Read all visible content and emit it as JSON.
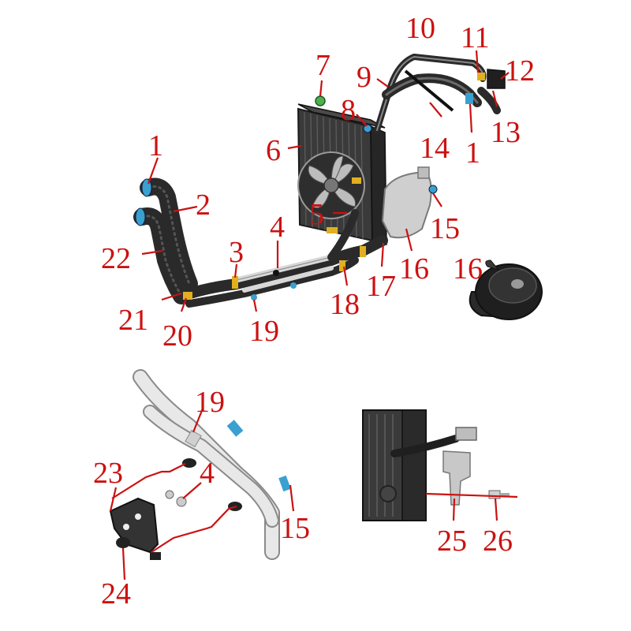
{
  "diagram": {
    "callouts": [
      {
        "id": "c1a",
        "label": "1"
      },
      {
        "id": "c2",
        "label": "2"
      },
      {
        "id": "c22",
        "label": "22"
      },
      {
        "id": "c3",
        "label": "3"
      },
      {
        "id": "c4a",
        "label": "4"
      },
      {
        "id": "c5",
        "label": "5"
      },
      {
        "id": "c6",
        "label": "6"
      },
      {
        "id": "c7",
        "label": "7"
      },
      {
        "id": "c8",
        "label": "8"
      },
      {
        "id": "c9",
        "label": "9"
      },
      {
        "id": "c10",
        "label": "10"
      },
      {
        "id": "c11",
        "label": "11"
      },
      {
        "id": "c12",
        "label": "12"
      },
      {
        "id": "c13",
        "label": "13"
      },
      {
        "id": "c14",
        "label": "14"
      },
      {
        "id": "c1b",
        "label": "1"
      },
      {
        "id": "c15a",
        "label": "15"
      },
      {
        "id": "c16a",
        "label": "16"
      },
      {
        "id": "c16b",
        "label": "16"
      },
      {
        "id": "c17",
        "label": "17"
      },
      {
        "id": "c18",
        "label": "18"
      },
      {
        "id": "c19a",
        "label": "19"
      },
      {
        "id": "c20",
        "label": "20"
      },
      {
        "id": "c21",
        "label": "21"
      },
      {
        "id": "c19b",
        "label": "19"
      },
      {
        "id": "c23",
        "label": "23"
      },
      {
        "id": "c4b",
        "label": "4"
      },
      {
        "id": "c15b",
        "label": "15"
      },
      {
        "id": "c24",
        "label": "24"
      },
      {
        "id": "c25",
        "label": "25"
      },
      {
        "id": "c26",
        "label": "26"
      }
    ],
    "colors": {
      "callout": "#cc1111",
      "hose": "#2a2a2a",
      "hose_highlight": "#6a6a6a",
      "metal_pipe": "#d8d8d8",
      "metal_outline": "#8a8a8a",
      "clamp_yellow": "#e0b020",
      "clamp_blue": "#3aa0d0"
    }
  }
}
